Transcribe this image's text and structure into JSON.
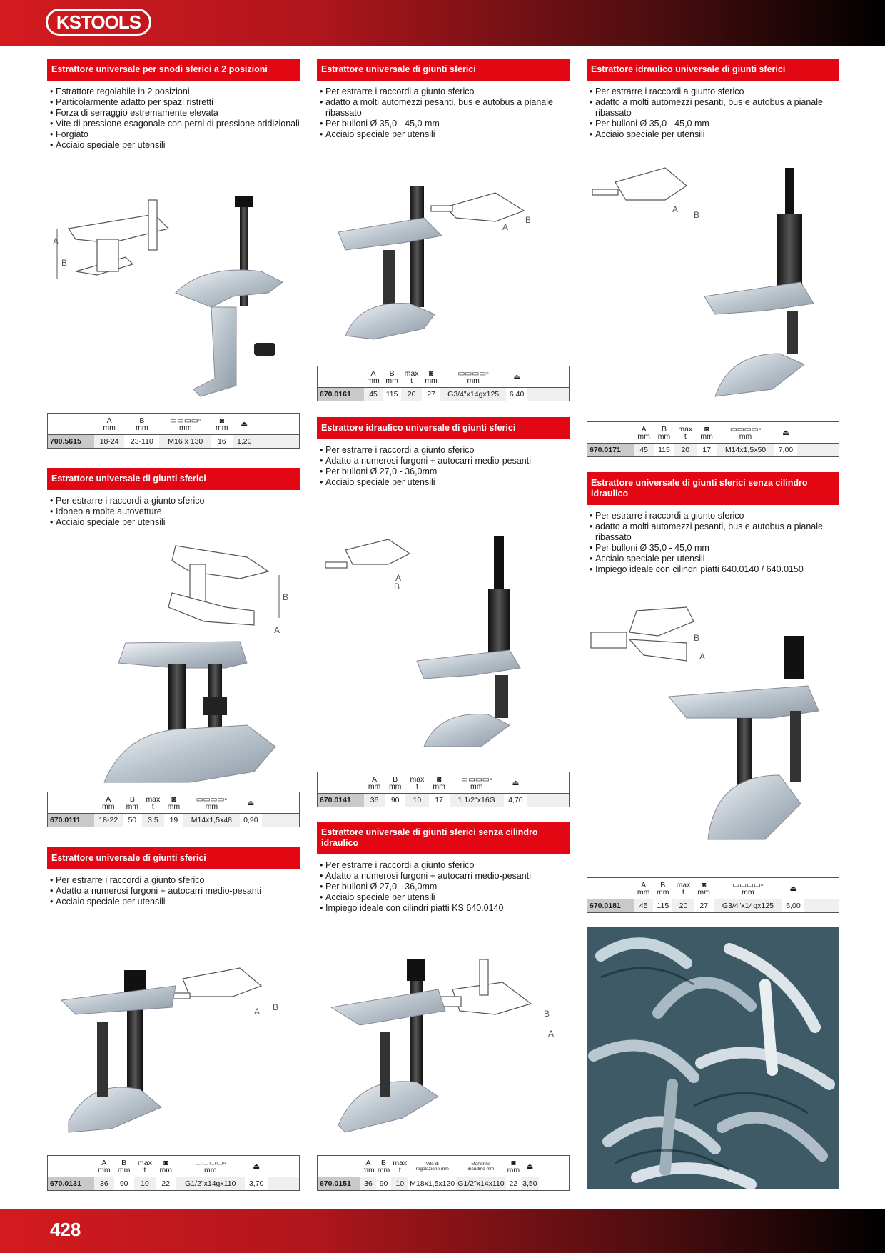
{
  "brand": {
    "logo_text": "KSTOOLS"
  },
  "page_number": "428",
  "products": [
    {
      "title": "Estrattore universale per snodi sferici a 2 posizioni",
      "features": [
        "Estrattore regolabile in 2 posizioni",
        "Particolarmente adatto per spazi ristretti",
        "Forza di serraggio estremamente elevata",
        "Vite di pressione esagonale con perni di pressione addizionali",
        "Forgiato",
        "Acciaio speciale per utensili"
      ],
      "spec_headers": [
        "A\nmm",
        "B\nmm",
        "mm",
        "mm",
        ""
      ],
      "spec_icons": [
        "",
        "",
        "bolt-icon",
        "socket-icon",
        "weight-icon"
      ],
      "spec_values": [
        "700.5615",
        "18-24",
        "23-110",
        "M16 x 130",
        "16",
        "1,20"
      ]
    },
    {
      "title": "Estrattore universale di giunti sferici",
      "features": [
        "Per estrarre i raccordi a giunto sferico",
        "adatto a molti automezzi pesanti, bus e autobus a pianale ribassato",
        "Per bulloni Ø 35,0 - 45,0 mm",
        "Acciaio speciale per utensili"
      ],
      "spec_headers": [
        "A\nmm",
        "B\nmm",
        "max\nt",
        "mm",
        "mm",
        ""
      ],
      "spec_icons": [
        "",
        "",
        "",
        "socket-icon",
        "bolt-icon",
        "weight-icon"
      ],
      "spec_values": [
        "670.0161",
        "45",
        "115",
        "20",
        "27",
        "G3/4\"x14gx125",
        "6,40"
      ]
    },
    {
      "title": "Estrattore idraulico universale di giunti sferici",
      "features": [
        "Per estrarre i raccordi a giunto sferico",
        "adatto a molti automezzi pesanti, bus e autobus a pianale ribassato",
        "Per bulloni Ø 35,0 - 45,0 mm",
        "Acciaio speciale per utensili"
      ],
      "spec_headers": [
        "A\nmm",
        "B\nmm",
        "max\nt",
        "mm",
        "mm",
        ""
      ],
      "spec_icons": [
        "",
        "",
        "",
        "socket-icon",
        "bolt-icon",
        "weight-icon"
      ],
      "spec_values": [
        "670.0171",
        "45",
        "115",
        "20",
        "17",
        "M14x1,5x50",
        "7,00"
      ]
    },
    {
      "title": "Estrattore universale di giunti sferici",
      "features": [
        "Per estrarre i raccordi a giunto sferico",
        "Idoneo a molte autovetture",
        "Acciaio speciale per utensili"
      ],
      "spec_headers": [
        "A\nmm",
        "B\nmm",
        "max\nt",
        "mm",
        "mm",
        ""
      ],
      "spec_icons": [
        "",
        "",
        "",
        "socket-icon",
        "bolt-icon",
        "weight-icon"
      ],
      "spec_values": [
        "670.0111",
        "18-22",
        "50",
        "3,5",
        "19",
        "M14x1,5x48",
        "0,90"
      ]
    },
    {
      "title": "Estrattore idraulico universale di giunti sferici",
      "features": [
        "Per estrarre i raccordi a giunto sferico",
        "Adatto a numerosi furgoni + autocarri medio-pesanti",
        "Per bulloni Ø 27,0 - 36,0mm",
        "Acciaio speciale per utensili"
      ],
      "spec_headers": [
        "A\nmm",
        "B\nmm",
        "max\nt",
        "mm",
        "mm",
        ""
      ],
      "spec_icons": [
        "",
        "",
        "",
        "socket-icon",
        "bolt-icon",
        "weight-icon"
      ],
      "spec_values": [
        "670.0141",
        "36",
        "90",
        "10",
        "17",
        "1.1/2\"x16G",
        "4,70"
      ]
    },
    {
      "title": "Estrattore universale di giunti sferici senza cilindro idraulico",
      "features": [
        "Per estrarre i raccordi a giunto sferico",
        "adatto a molti automezzi pesanti, bus e autobus a pianale ribassato",
        "Per bulloni Ø 35,0 - 45,0 mm",
        "Acciaio speciale per utensili",
        "Impiego ideale con cilindri piatti 640.0140 / 640.0150"
      ],
      "spec_headers": [
        "A\nmm",
        "B\nmm",
        "max\nt",
        "mm",
        "mm",
        ""
      ],
      "spec_icons": [
        "",
        "",
        "",
        "socket-icon",
        "bolt-icon",
        "weight-icon"
      ],
      "spec_values": [
        "670.0181",
        "45",
        "115",
        "20",
        "27",
        "G3/4\"x14gx125",
        "6,00"
      ]
    },
    {
      "title": "Estrattore universale di giunti sferici",
      "features": [
        "Per estrarre i raccordi a giunto sferico",
        "Adatto a numerosi furgoni + autocarri medio-pesanti",
        "Acciaio speciale per utensili"
      ],
      "spec_headers": [
        "A\nmm",
        "B\nmm",
        "max\nt",
        "mm",
        "mm",
        ""
      ],
      "spec_icons": [
        "",
        "",
        "",
        "socket-icon",
        "bolt-icon",
        "weight-icon"
      ],
      "spec_values": [
        "670.0131",
        "36",
        "90",
        "10",
        "22",
        "G1/2\"x14gx110",
        "3,70"
      ]
    },
    {
      "title": "Estrattore universale di giunti sferici senza cilindro idraulico",
      "features": [
        "Per estrarre i raccordi a giunto sferico",
        "Adatto a numerosi furgoni + autocarri medio-pesanti",
        "Per bulloni Ø 27,0 - 36,0mm",
        "Acciaio speciale per utensili",
        "Impiego ideale con cilindri piatti KS 640.0140"
      ],
      "spec_headers": [
        "A\nmm",
        "B\nmm",
        "max\nt",
        "Vite di\nregolazione mm",
        "Mandrino\nincudine mm",
        "mm",
        ""
      ],
      "spec_icons": [
        "",
        "",
        "",
        "",
        "",
        "socket-icon",
        "weight-icon"
      ],
      "spec_values": [
        "670.0151",
        "36",
        "90",
        "10",
        "M18x1,5x120",
        "G1/2\"x14x110",
        "22",
        "3,50"
      ]
    }
  ],
  "diagram_labels": {
    "a": "A",
    "b": "B"
  },
  "colors": {
    "brand_red": "#e30613",
    "steel": "#c9d2da",
    "dark": "#1e1e1e"
  }
}
